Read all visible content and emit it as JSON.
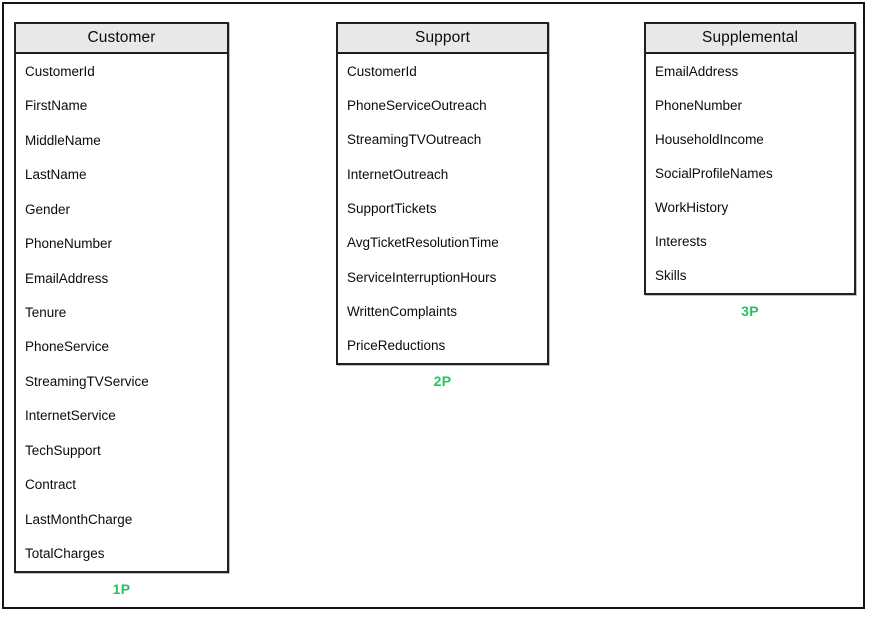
{
  "diagram": {
    "colors": {
      "label_green": "#24c462",
      "header_bg": "#e8e8e8",
      "border": "#1f1f1f"
    },
    "tables": [
      {
        "title": "Customer",
        "label": "1P",
        "fields": [
          "CustomerId",
          "FirstName",
          "MiddleName",
          "LastName",
          "Gender",
          "PhoneNumber",
          "EmailAddress",
          "Tenure",
          "PhoneService",
          "StreamingTVService",
          "InternetService",
          "TechSupport",
          "Contract",
          "LastMonthCharge",
          "TotalCharges"
        ]
      },
      {
        "title": "Support",
        "label": "2P",
        "fields": [
          "CustomerId",
          "PhoneServiceOutreach",
          "StreamingTVOutreach",
          "InternetOutreach",
          "SupportTickets",
          "AvgTicketResolutionTime",
          "ServiceInterruptionHours",
          "WrittenComplaints",
          "PriceReductions"
        ]
      },
      {
        "title": "Supplemental",
        "label": "3P",
        "fields": [
          "EmailAddress",
          "PhoneNumber",
          "HouseholdIncome",
          "SocialProfileNames",
          "WorkHistory",
          "Interests",
          "Skills"
        ]
      }
    ]
  }
}
